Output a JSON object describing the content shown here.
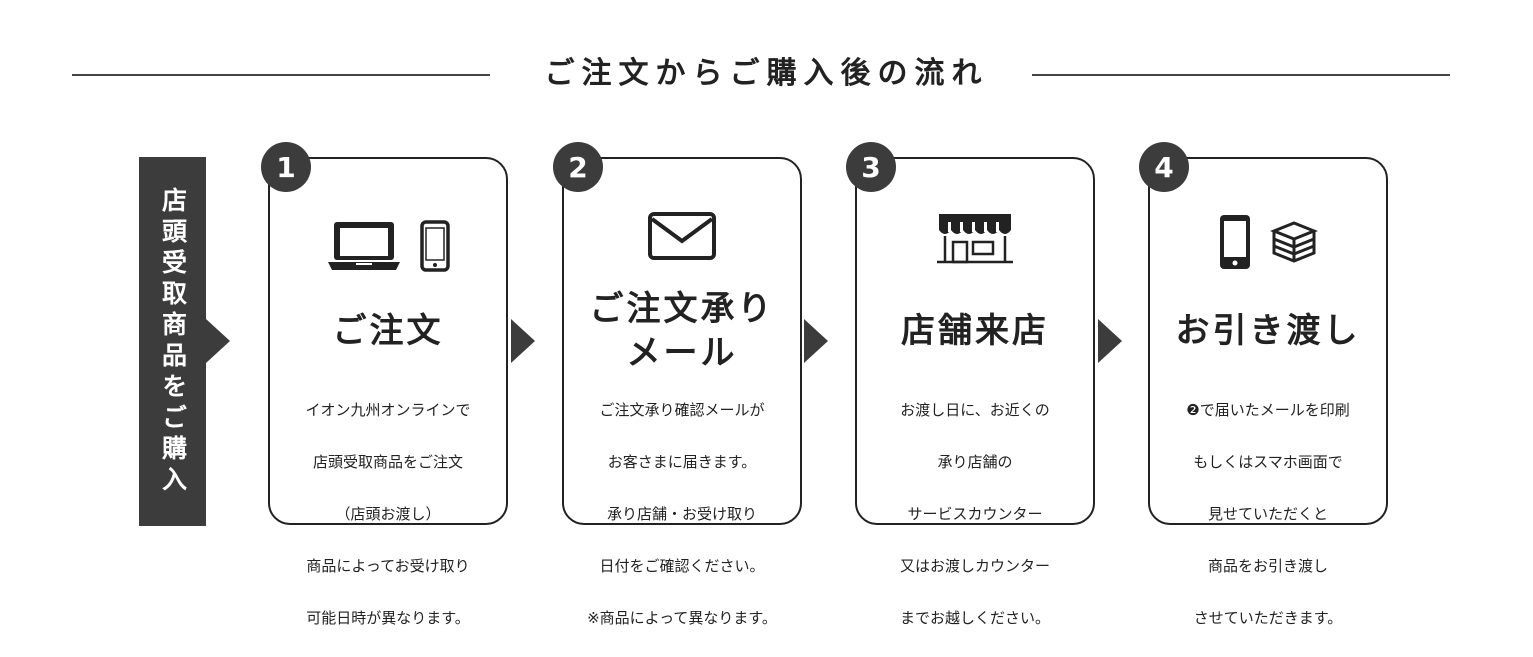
{
  "title": "ご注文からご購入後の流れ",
  "side_label": "店頭受取商品をご購入",
  "steps": [
    {
      "number": "1",
      "heading_lines": [
        "ご注文"
      ],
      "body_lines": [
        "イオン九州オンラインで",
        "店頭受取商品をご注文",
        "（店頭お渡し）",
        "商品によってお受け取り",
        "可能日時が異なります。"
      ],
      "icons": [
        "laptop-icon",
        "smartphone-icon"
      ]
    },
    {
      "number": "2",
      "heading_lines": [
        "ご注文承り",
        "メール"
      ],
      "body_lines": [
        "ご注文承り確認メールが",
        "お客さまに届きます。",
        "承り店舗・お受け取り",
        "日付をご確認ください。",
        "※商品によって異なります。"
      ],
      "icons": [
        "envelope-icon"
      ]
    },
    {
      "number": "3",
      "heading_lines": [
        "店舗来店"
      ],
      "body_lines": [
        "お渡し日に、お近くの",
        "承り店舗の",
        "サービスカウンター",
        "又はお渡しカウンター",
        "までお越しください。"
      ],
      "icons": [
        "store-icon"
      ]
    },
    {
      "number": "4",
      "heading_lines": [
        "お引き渡し"
      ],
      "body_lines": [
        "❷で届いたメールを印刷",
        "もしくはスマホ画面で",
        "見せていただくと",
        "商品をお引き渡し",
        "させていただきます。"
      ],
      "icons": [
        "smartphone-icon",
        "package-stack-icon"
      ]
    }
  ]
}
